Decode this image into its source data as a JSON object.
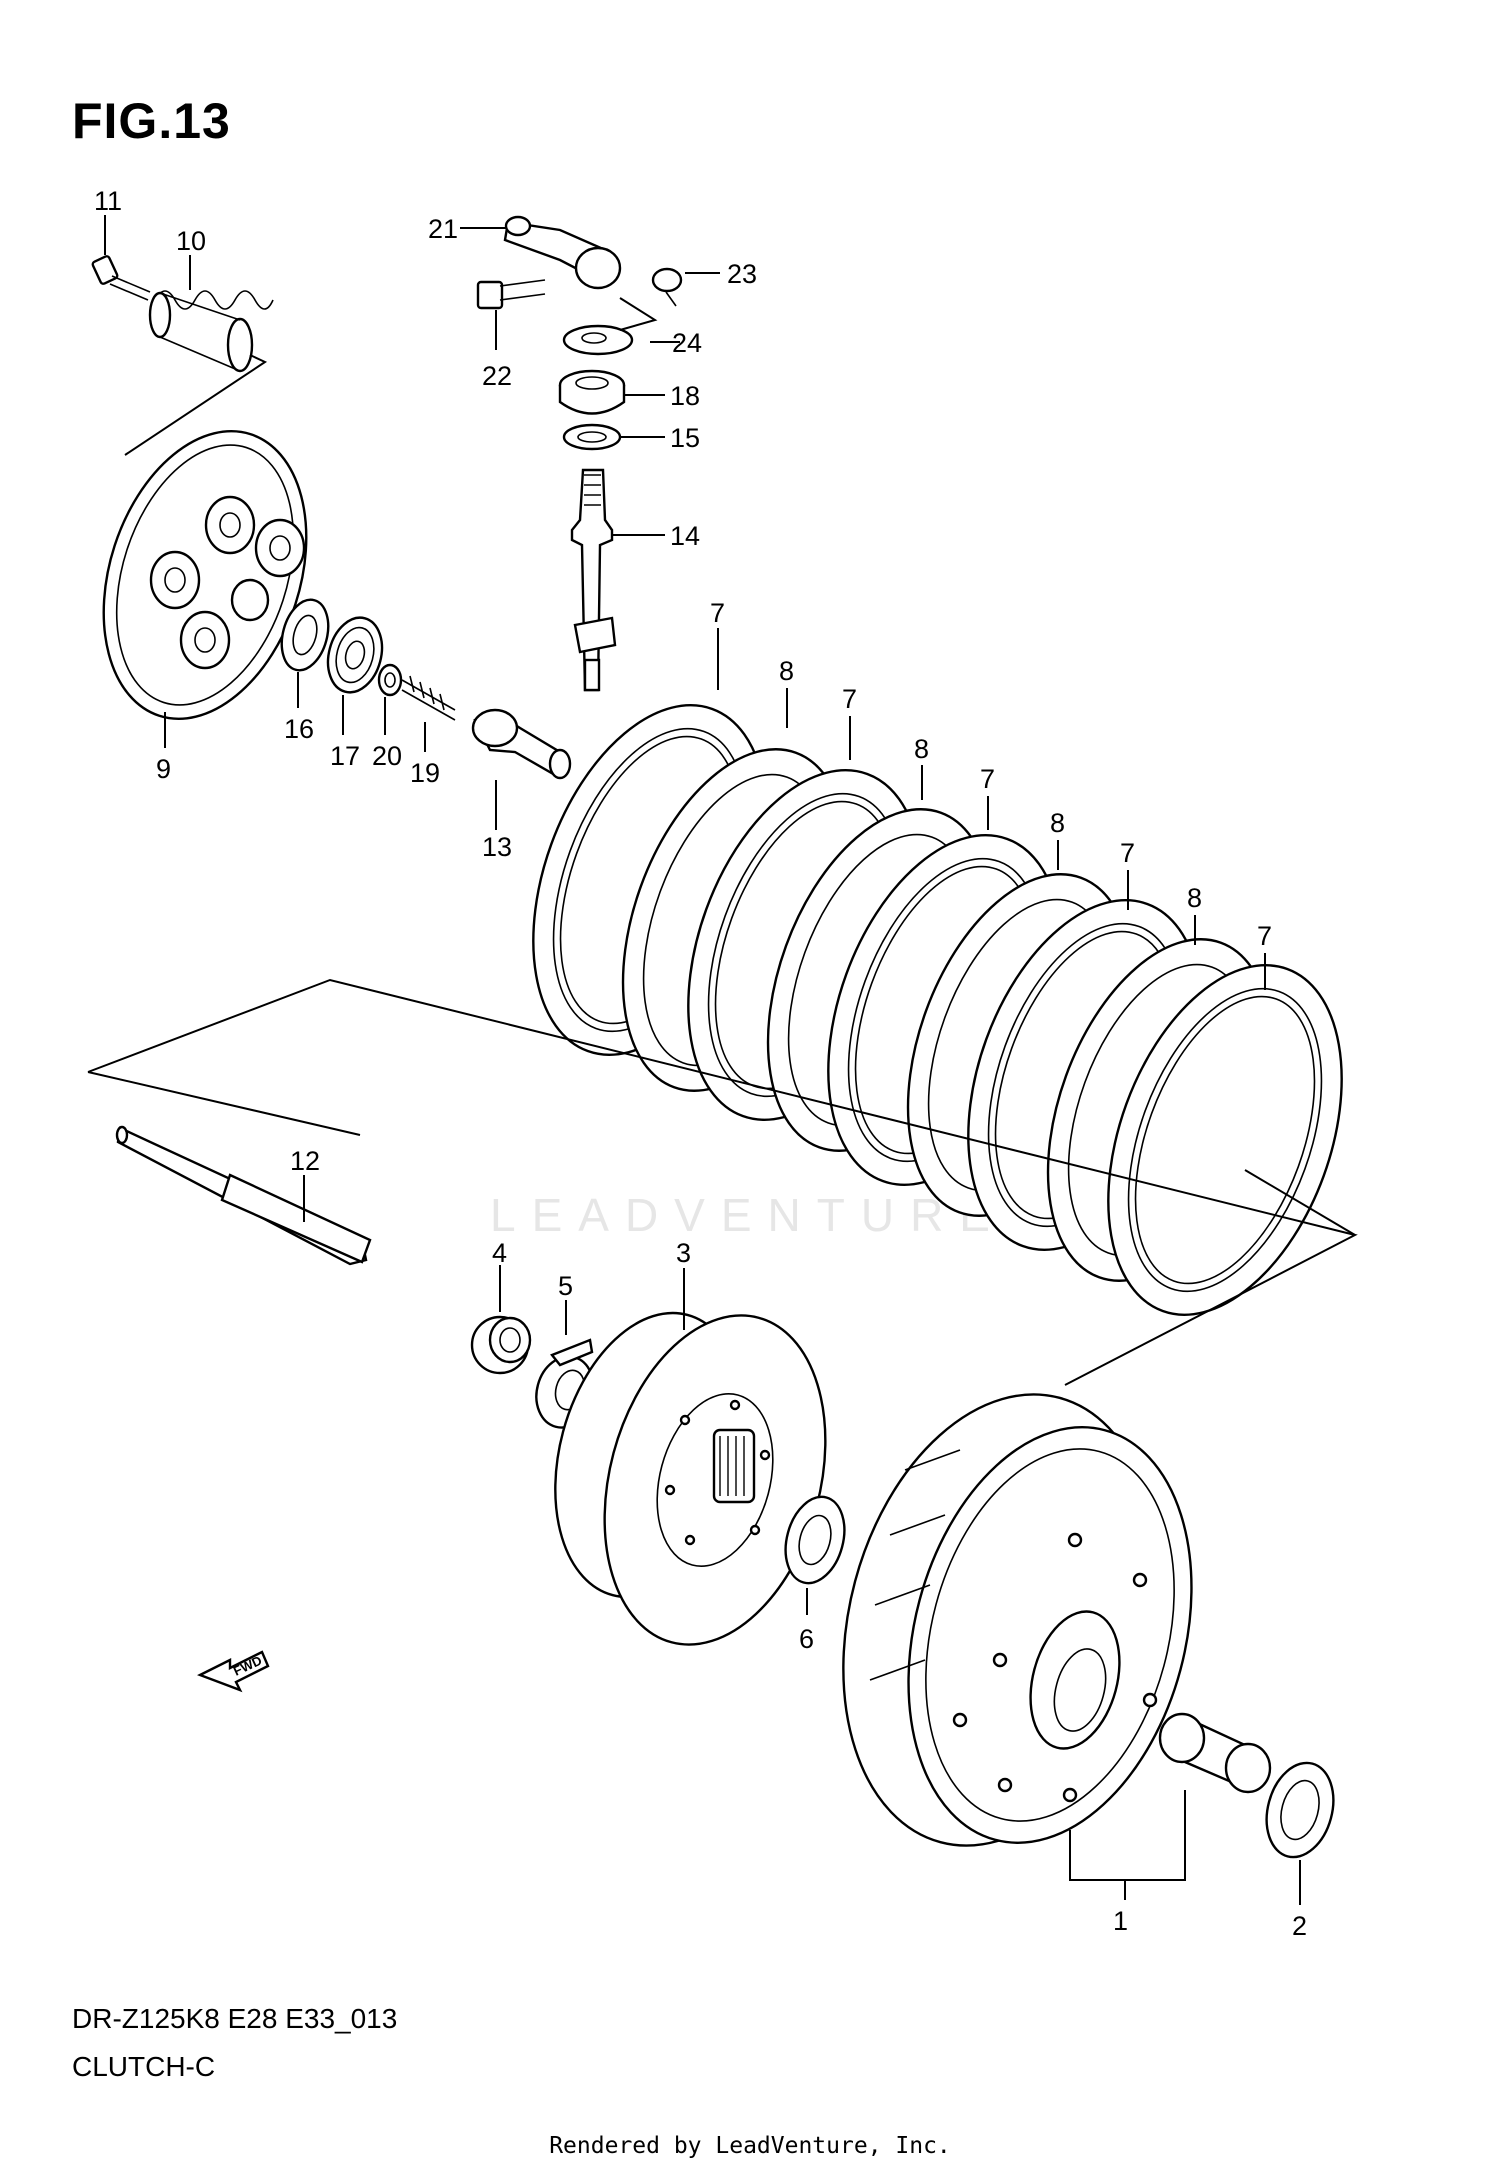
{
  "figure": {
    "title": "FIG.13",
    "model_code": "DR-Z125K8 E28 E33_013",
    "section_name": "CLUTCH-C",
    "footer": "Rendered by LeadVenture, Inc.",
    "watermark": "LEADVENTURE",
    "fwd_label": "FWD"
  },
  "parts": [
    {
      "ref": "1"
    },
    {
      "ref": "2"
    },
    {
      "ref": "3"
    },
    {
      "ref": "4"
    },
    {
      "ref": "5"
    },
    {
      "ref": "6"
    },
    {
      "ref": "7"
    },
    {
      "ref": "8"
    },
    {
      "ref": "9"
    },
    {
      "ref": "10"
    },
    {
      "ref": "11"
    },
    {
      "ref": "12"
    },
    {
      "ref": "13"
    },
    {
      "ref": "14"
    },
    {
      "ref": "15"
    },
    {
      "ref": "16"
    },
    {
      "ref": "17"
    },
    {
      "ref": "18"
    },
    {
      "ref": "19"
    },
    {
      "ref": "20"
    },
    {
      "ref": "21"
    },
    {
      "ref": "22"
    },
    {
      "ref": "23"
    },
    {
      "ref": "24"
    }
  ]
}
